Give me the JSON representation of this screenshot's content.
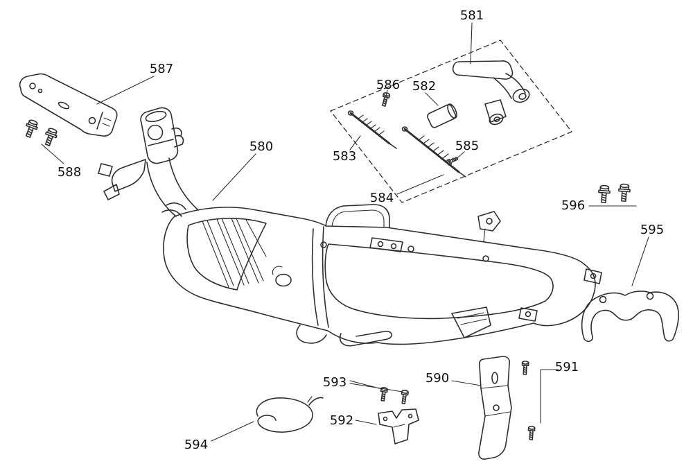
{
  "diagram": {
    "colors": {
      "background": "#ffffff",
      "line": "#2e2e2e",
      "label": "#111111"
    },
    "labels": {
      "l580": "580",
      "l581": "581",
      "l582": "582",
      "l583": "583",
      "l584": "584",
      "l585": "585",
      "l586": "586",
      "l587": "587",
      "l588": "588",
      "l590": "590",
      "l591": "591",
      "l592": "592",
      "l593": "593",
      "l594": "594",
      "l595": "595",
      "l596": "596"
    }
  }
}
